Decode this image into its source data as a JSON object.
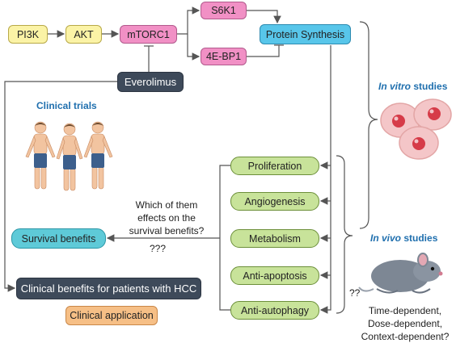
{
  "pathway": {
    "pi3k": "PI3K",
    "akt": "AKT",
    "mtorc1": "mTORC1",
    "s6k1": "S6K1",
    "ebp1": "4E-BP1",
    "protein_synthesis": "Protein Synthesis",
    "everolimus": "Everolimus"
  },
  "outcomes": [
    "Proliferation",
    "Angiogenesis",
    "Metabolism",
    "Anti-apoptosis",
    "Anti-autophagy"
  ],
  "clinical": {
    "trials_label": "Clinical trials",
    "survival_benefits": "Survival benefits",
    "question_lines": [
      "Which of them",
      "effects on the",
      "survival benefits?"
    ],
    "question_marks": "???",
    "clinical_benefits": "Clinical benefits for patients with HCC",
    "clinical_application": "Clinical application"
  },
  "studies": {
    "in_vitro_italic": "In vitro",
    "in_vitro_rest": " studies",
    "in_vivo_italic": "In vivo",
    "in_vivo_rest": " studies",
    "double_question": "??",
    "dependence_lines": [
      "Time-dependent,",
      "Dose-dependent,",
      "Context-dependent?"
    ]
  },
  "colors": {
    "yellow": "#fbf3a6",
    "pink": "#f190c5",
    "cyan": "#58c6ea",
    "green": "#c8e39a",
    "dark": "#3e4a5a",
    "teal": "#5ecad8",
    "orange": "#f6bf86",
    "accent_blue": "#1f6fae"
  }
}
